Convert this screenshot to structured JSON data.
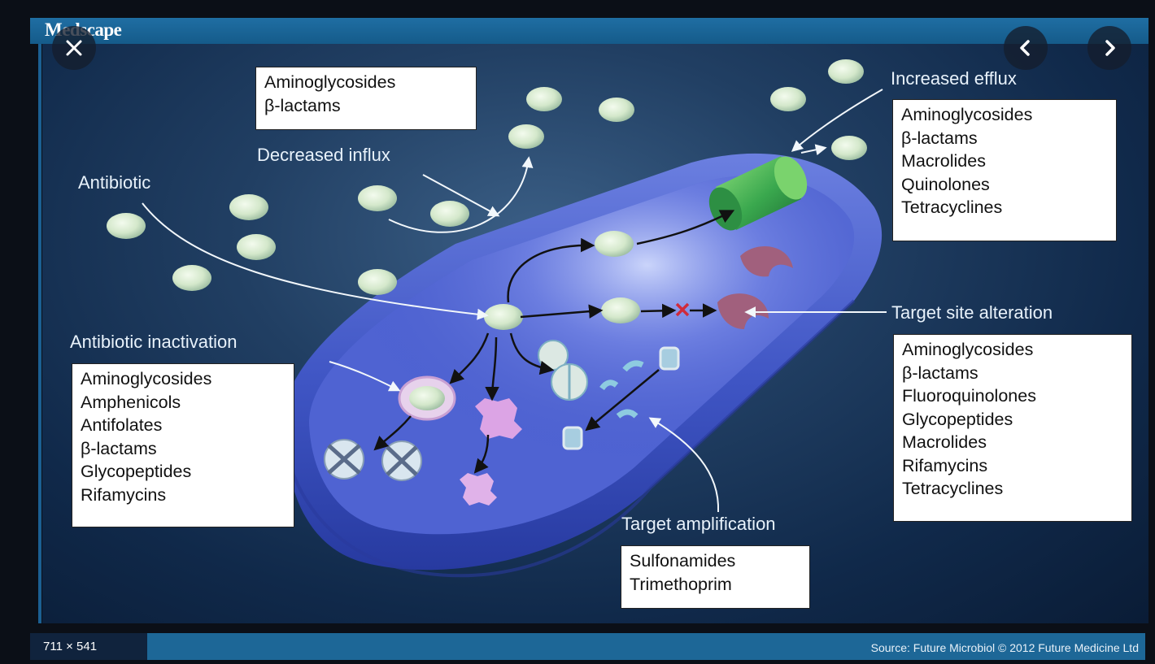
{
  "viewer": {
    "brand": "Medscape",
    "dimensions": "711 × 541",
    "source": "Source: Future Microbiol © 2012 Future Medicine Ltd",
    "close_icon": "close-icon",
    "prev_icon": "chevron-left-icon",
    "next_icon": "chevron-right-icon"
  },
  "labels": {
    "antibiotic": "Antibiotic",
    "decreased_influx": "Decreased influx",
    "increased_efflux": "Increased efflux",
    "antibiotic_inactivation": "Antibiotic inactivation",
    "target_site_alteration": "Target site alteration",
    "target_amplification": "Target amplification"
  },
  "boxes": {
    "influx": [
      "Aminoglycosides",
      "β-lactams"
    ],
    "efflux": [
      "Aminoglycosides",
      "β-lactams",
      "Macrolides",
      "Quinolones",
      "Tetracyclines"
    ],
    "inactivation": [
      "Aminoglycosides",
      "Amphenicols",
      "Antifolates",
      "β-lactams",
      "Glycopeptides",
      "Rifamycins"
    ],
    "alteration": [
      "Aminoglycosides",
      "β-lactams",
      "Fluoroquinolones",
      "Glycopeptides",
      "Macrolides",
      "Rifamycins",
      "Tetracyclines"
    ],
    "amplification": [
      "Sulfonamides",
      "Trimethoprim"
    ]
  },
  "colors": {
    "topbar": "#1b6497",
    "cell": "#3c4fc0",
    "antibiotic_particle": "#dcebd2",
    "efflux_pump": "#3fae5b",
    "target_site": "#a1607d"
  }
}
